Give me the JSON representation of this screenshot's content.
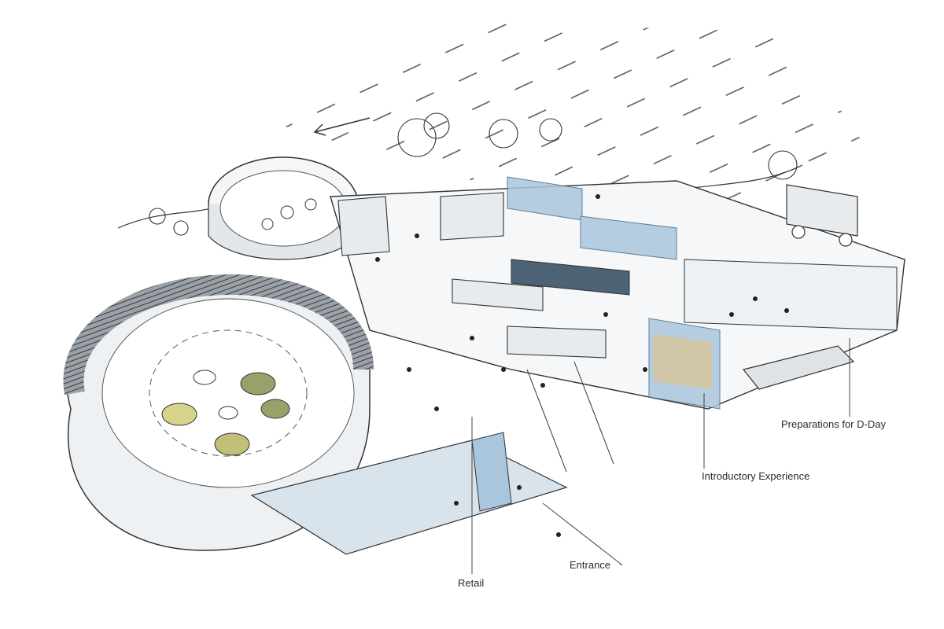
{
  "labels": {
    "retail": "Retail",
    "entrance": "Entrance",
    "introductory": "Introductory Experience",
    "dday": "Preparations for D-Day"
  },
  "colors": {
    "ink": "#2b2b2b",
    "wash_blue": "#cfdde8",
    "glass_blue": "#a9c6dd",
    "wall_shade": "#bfc4c9",
    "table_olive": "#9aa06a",
    "table_yellow": "#d8d38a",
    "map_tan": "#d9c49a"
  },
  "icons": {
    "direction_arrow": "arrow-left-icon"
  }
}
